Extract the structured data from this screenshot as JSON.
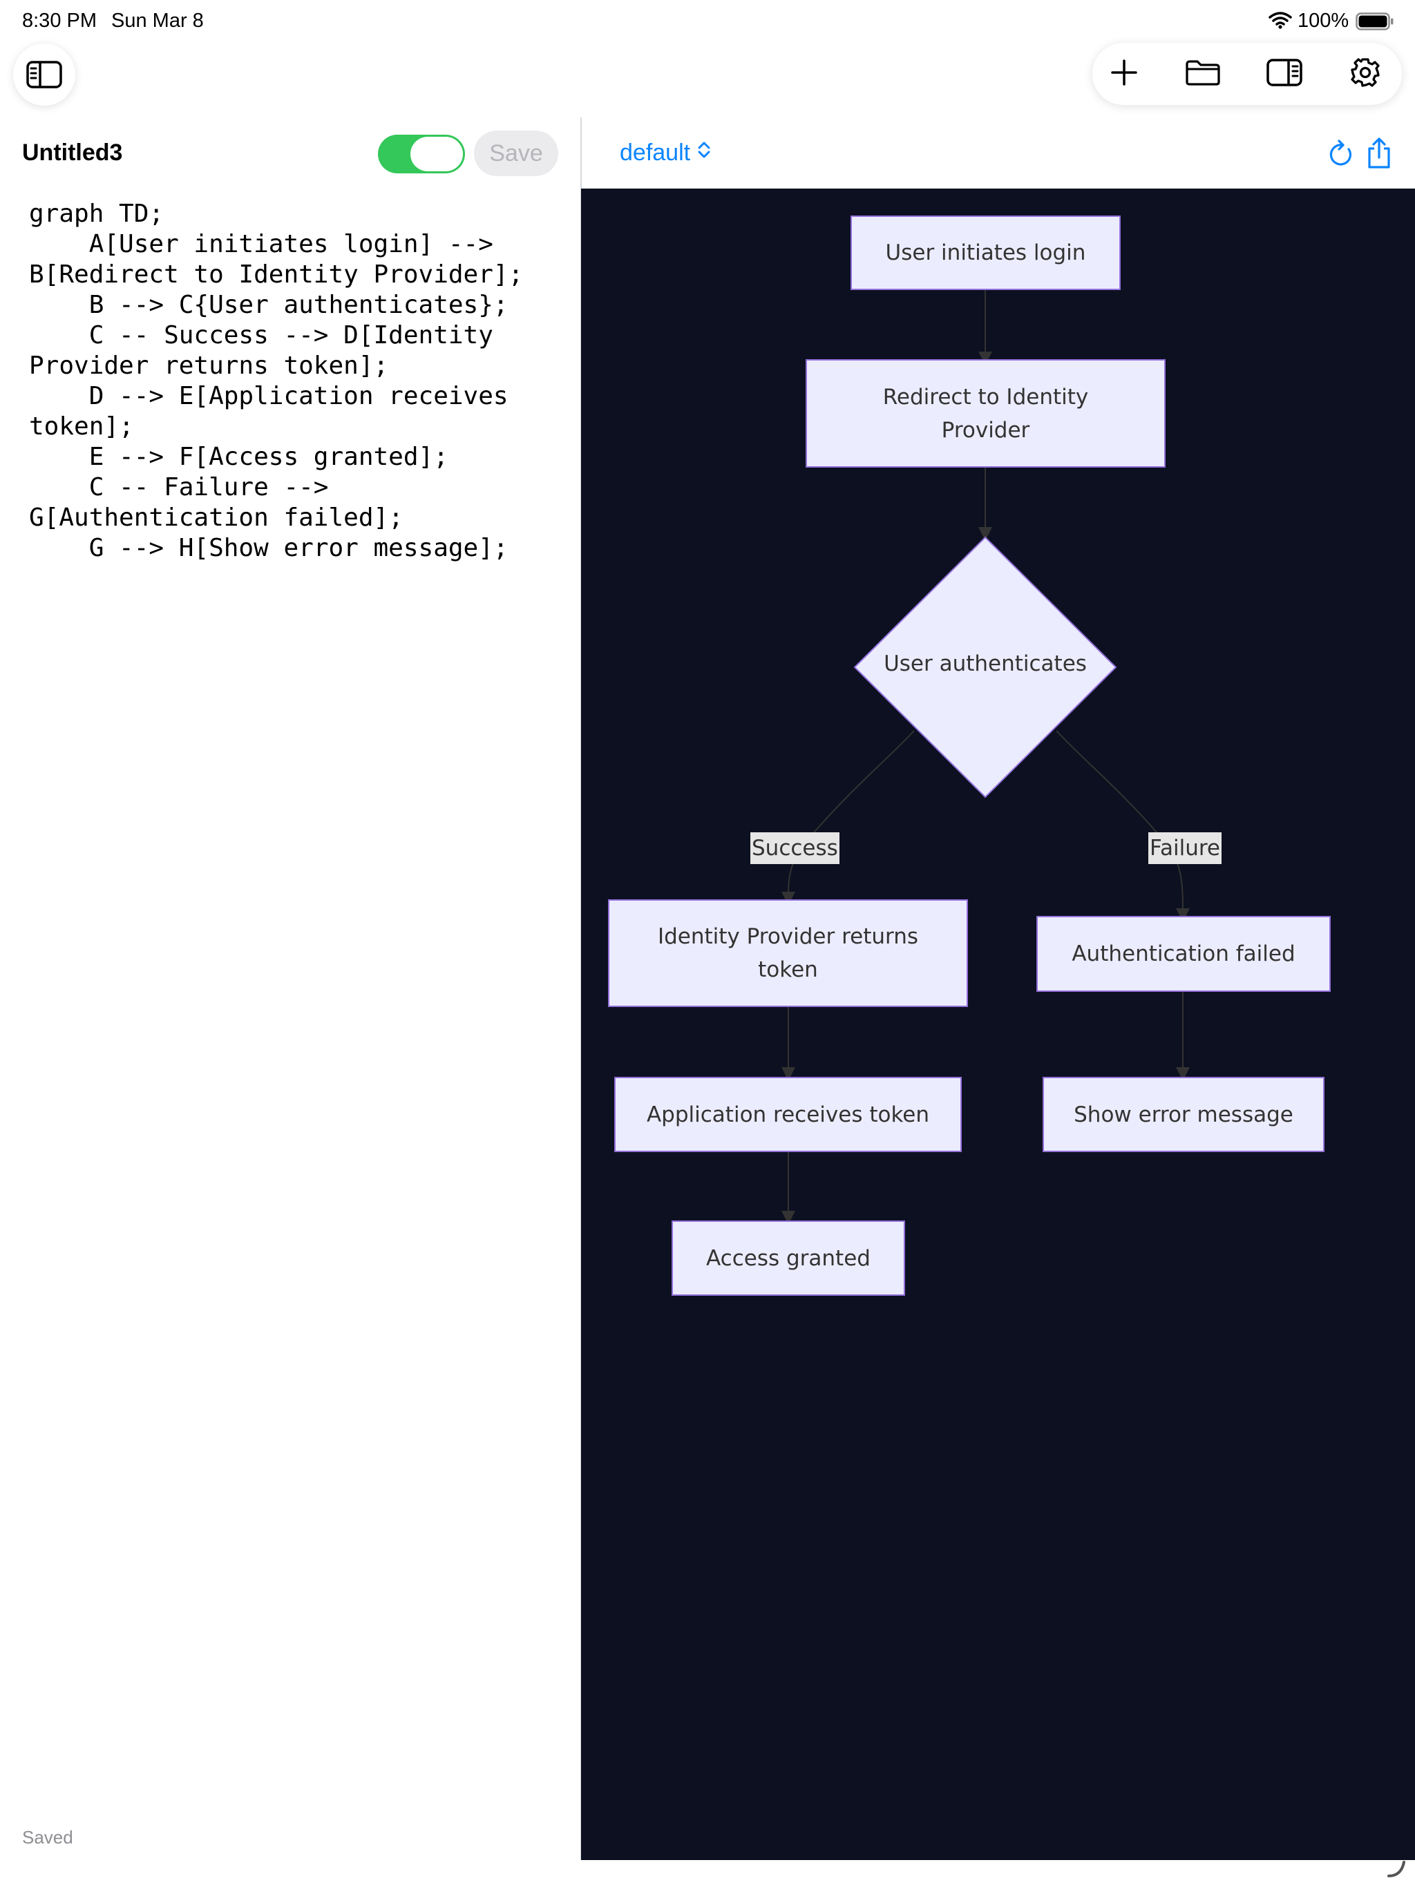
{
  "status_bar": {
    "time": "8:30 PM",
    "date": "Sun Mar 8",
    "battery": "100%"
  },
  "toolbar": {
    "sidebar_icon": "sidebar-left-icon",
    "new_icon": "plus-icon",
    "open_icon": "folder-icon",
    "preview_toggle_icon": "sidebar-right-icon",
    "settings_icon": "gear-icon"
  },
  "editor": {
    "title": "Untitled3",
    "live_toggle_on": true,
    "save_label": "Save",
    "code": "graph TD;\n    A[User initiates login] -->\nB[Redirect to Identity Provider];\n    B --> C{User authenticates};\n    C -- Success --> D[Identity\nProvider returns token];\n    D --> E[Application receives\ntoken];\n    E --> F[Access granted];\n    C -- Failure -->\nG[Authentication failed];\n    G --> H[Show error message];",
    "status": "Saved"
  },
  "preview": {
    "theme": "default",
    "refresh_icon": "refresh-icon",
    "share_icon": "share-icon",
    "background": "#0c1020"
  },
  "diagram": {
    "nodes": {
      "A": "User initiates login",
      "B_line1": "Redirect to Identity",
      "B_line2": "Provider",
      "C": "User authenticates",
      "D_line1": "Identity Provider returns",
      "D_line2": "token",
      "E": "Application receives token",
      "F": "Access granted",
      "G": "Authentication failed",
      "H": "Show error message"
    },
    "edge_labels": {
      "success": "Success",
      "failure": "Failure"
    },
    "colors": {
      "node_fill": "#ececff",
      "node_stroke": "#9370db",
      "edge": "#333333"
    }
  },
  "colors": {
    "accent": "#0a84ff",
    "toggle_on": "#34c759"
  }
}
